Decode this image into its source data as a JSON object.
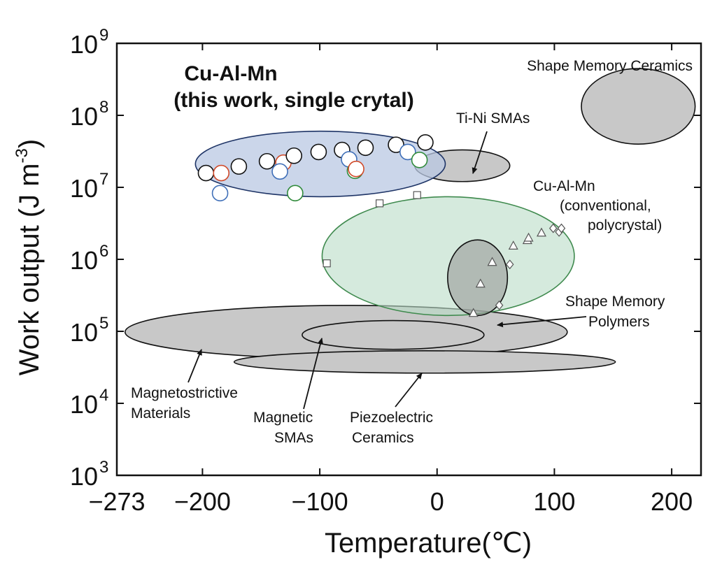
{
  "chart_data": {
    "type": "scatter",
    "xlabel": "Temperature(℃)",
    "ylabel": "Work output (J m",
    "ylabel_sup": "-3",
    "ylabel_close": ")",
    "x_ticks": [
      {
        "v": -273,
        "label": "−273"
      },
      {
        "v": -200,
        "label": "−200"
      },
      {
        "v": -100,
        "label": "−100"
      },
      {
        "v": 0,
        "label": "0"
      },
      {
        "v": 100,
        "label": "100"
      },
      {
        "v": 200,
        "label": "200"
      }
    ],
    "y_ticks": [
      {
        "exp": 3,
        "base": "10",
        "sup": "3"
      },
      {
        "exp": 4,
        "base": "10",
        "sup": "4"
      },
      {
        "exp": 5,
        "base": "10",
        "sup": "5"
      },
      {
        "exp": 6,
        "base": "10",
        "sup": "6"
      },
      {
        "exp": 7,
        "base": "10",
        "sup": "7"
      },
      {
        "exp": 8,
        "base": "10",
        "sup": "8"
      },
      {
        "exp": 9,
        "base": "10",
        "sup": "9"
      }
    ],
    "xlim": [
      -273,
      225
    ],
    "ylim_log10": [
      3,
      9
    ],
    "y_scale": "log",
    "regions": [
      {
        "name": "Magnetostrictive Materials",
        "x0": -266,
        "x1": 111,
        "ly0": 4.62,
        "ly1": 5.36,
        "fill": "#c8c8c8",
        "opacity": 1
      },
      {
        "name": "Piezoelectric Ceramics",
        "x0": -173,
        "x1": 152,
        "ly0": 4.42,
        "ly1": 4.73,
        "fill": "#c8c8c8",
        "opacity": 1
      },
      {
        "name": "Magnetic SMAs",
        "x0": -115,
        "x1": 40,
        "ly0": 4.75,
        "ly1": 5.15,
        "fill": "#c8c8c8",
        "opacity": 1
      },
      {
        "name": "Shape Memory Ceramics",
        "x0": 123,
        "x1": 220,
        "ly0": 7.6,
        "ly1": 8.65,
        "fill": "#c8c8c8",
        "opacity": 1
      },
      {
        "name": "Ti-Ni SMAs",
        "x0": -19,
        "x1": 62,
        "ly0": 7.08,
        "ly1": 7.52,
        "fill": "#c8c8c8",
        "opacity": 1
      },
      {
        "name": "Cu-Al-Mn (conventional, polycrystal)",
        "x0": -98,
        "x1": 117,
        "ly0": 5.22,
        "ly1": 6.87,
        "fill": "#b9dcc7",
        "opacity": 0.6,
        "stroke": "#3f8a4e"
      },
      {
        "name": "Shape Memory Polymers",
        "x0": 9,
        "x1": 60,
        "ly0": 5.22,
        "ly1": 6.27,
        "fill": "#9a9a9a",
        "opacity": 0.6
      },
      {
        "name": "Cu-Al-Mn (this work, single crytal)",
        "x0": -206,
        "x1": 7,
        "ly0": 6.87,
        "ly1": 7.78,
        "fill": "#b9c8e3",
        "opacity": 0.75,
        "stroke": "#1e3466"
      }
    ],
    "single_crystal_points": [
      {
        "x": -197,
        "y": 15800000.0
      },
      {
        "x": -184,
        "y": 15800000.0,
        "c": "#d04a2a"
      },
      {
        "x": -185,
        "y": 8300000.0,
        "c": "#3f6fb8"
      },
      {
        "x": -169,
        "y": 19500000.0
      },
      {
        "x": -145,
        "y": 23000000.0
      },
      {
        "x": -131,
        "y": 22000000.0,
        "c": "#d04a2a"
      },
      {
        "x": -134,
        "y": 16600000.0,
        "c": "#3f6fb8"
      },
      {
        "x": -122,
        "y": 27500000.0
      },
      {
        "x": -121,
        "y": 8300000.0,
        "c": "#2f8a3a"
      },
      {
        "x": -101,
        "y": 31000000.0
      },
      {
        "x": -81,
        "y": 33000000.0
      },
      {
        "x": -75,
        "y": 24500000.0,
        "c": "#3f6fb8"
      },
      {
        "x": -70,
        "y": 17000000.0,
        "c": "#2f8a3a"
      },
      {
        "x": -69,
        "y": 18000000.0,
        "c": "#d04a2a"
      },
      {
        "x": -61,
        "y": 35500000.0
      },
      {
        "x": -35,
        "y": 39000000.0
      },
      {
        "x": -25,
        "y": 31000000.0,
        "c": "#3f6fb8"
      },
      {
        "x": -15,
        "y": 24000000.0,
        "c": "#2f8a3a"
      },
      {
        "x": -10,
        "y": 42000000.0
      }
    ],
    "polycrystal_squares": [
      {
        "x": -94,
        "y": 880000.0
      },
      {
        "x": -49,
        "y": 6000000.0
      },
      {
        "x": -17,
        "y": 7800000.0
      }
    ],
    "polycrystal_triangles": [
      {
        "x": 31,
        "y": 180000.0
      },
      {
        "x": 37,
        "y": 460000.0
      },
      {
        "x": 47,
        "y": 920000.0
      },
      {
        "x": 65,
        "y": 1550000.0
      },
      {
        "x": 77,
        "y": 1850000.0
      },
      {
        "x": 78,
        "y": 2000000.0
      },
      {
        "x": 89,
        "y": 2350000.0
      }
    ],
    "polycrystal_diamonds": [
      {
        "x": 53,
        "y": 230000.0
      },
      {
        "x": 62,
        "y": 850000.0
      },
      {
        "x": 99,
        "y": 2700000.0
      },
      {
        "x": 104,
        "y": 2400000.0
      },
      {
        "x": 106,
        "y": 2700000.0
      }
    ],
    "grid": false,
    "legend": "none"
  },
  "annotations": {
    "cu_title": "Cu-Al-Mn",
    "cu_subtitle": "(this work, single crytal)",
    "shape_memory_ceramics": "Shape Memory Ceramics",
    "ti_ni": "Ti-Ni SMAs",
    "poly_line1": "Cu-Al-Mn",
    "poly_line2": "(conventional,",
    "poly_line3": "polycrystal)",
    "smp_line1": "Shape Memory",
    "smp_line2": "Polymers",
    "mag_line1": "Magnetostrictive",
    "mag_line2": "Materials",
    "msma_line1": "Magnetic",
    "msma_line2": "SMAs",
    "piezo_line1": "Piezoelectric",
    "piezo_line2": "Ceramics"
  },
  "colors": {
    "title_blue": "#1e3466",
    "poly_green": "#2e7d3a"
  }
}
